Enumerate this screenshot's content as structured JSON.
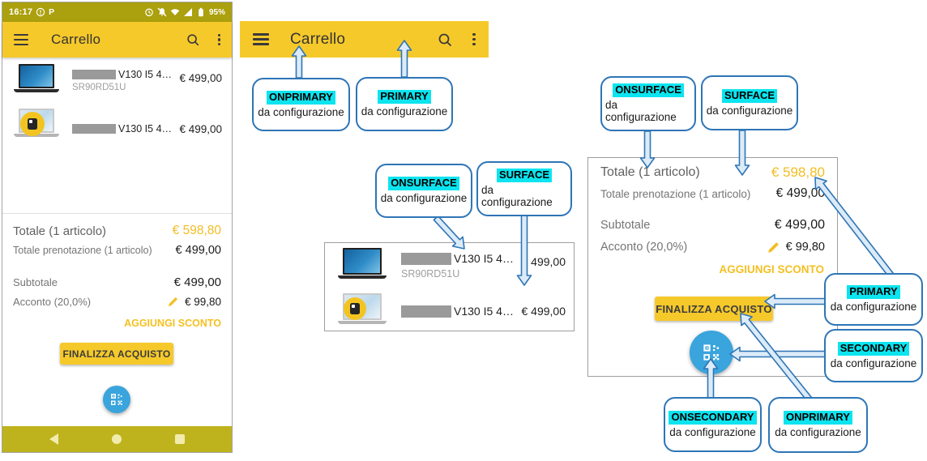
{
  "app": {
    "status_bar": {
      "time": "16:17",
      "p_label": "P",
      "battery_pct": "95%"
    },
    "toolbar": {
      "title": "Carrello"
    },
    "cart": {
      "items": [
        {
          "name": "V130 I5 4…",
          "sku": "SR90RD51U",
          "price": "€ 499,00"
        },
        {
          "name": "V130 I5 4…",
          "price": "€ 499,00"
        }
      ]
    },
    "totals": {
      "total_label": "Totale (1 articolo)",
      "total_value": "€ 598,80",
      "reservation_label": "Totale prenotazione (1 articolo)",
      "reservation_value": "€ 499,00",
      "subtotal_label": "Subtotale",
      "subtotal_value": "€ 499,00",
      "deposit_label": "Acconto (20,0%)",
      "deposit_value": "€ 99,80",
      "add_discount_label": "AGGIUNGI SCONTO",
      "checkout_label": "FINALIZZA ACQUISTO"
    },
    "icons": [
      "menu-icon",
      "search-icon",
      "overflow-icon",
      "clock-icon",
      "notifications-off-icon",
      "wifi-icon",
      "signal-icon",
      "battery-icon",
      "edit-pencil-icon",
      "qr-scanner-icon",
      "nav-back-icon",
      "nav-home-icon",
      "nav-recent-icon"
    ]
  },
  "callouts": [
    {
      "token": "ONPRIMARY",
      "subtitle": "da configurazione"
    },
    {
      "token": "PRIMARY",
      "subtitle": "da configurazione"
    },
    {
      "token": "ONSURFACE",
      "subtitle": "da configurazione"
    },
    {
      "token": "SURFACE",
      "subtitle": "da configurazione"
    },
    {
      "token": "ONSURFACE",
      "subtitle": "da configurazione"
    },
    {
      "token": "SURFACE",
      "subtitle": "da configurazione"
    },
    {
      "token": "PRIMARY",
      "subtitle": "da configurazione"
    },
    {
      "token": "SECONDARY",
      "subtitle": "da configurazione"
    },
    {
      "token": "ONSECONDARY",
      "subtitle": "da configurazione"
    },
    {
      "token": "ONPRIMARY",
      "subtitle": "da configurazione"
    }
  ],
  "colors": {
    "primary_yellow": "#f6c92b",
    "status_olive": "#aba00d",
    "nav_olive": "#bfb31d",
    "accent_text_yellow": "#f2bd22",
    "secondary_blue": "#3aa4dc",
    "annotation_blue": "#2e75b6",
    "highlight_cyan": "#0ce4ef"
  }
}
